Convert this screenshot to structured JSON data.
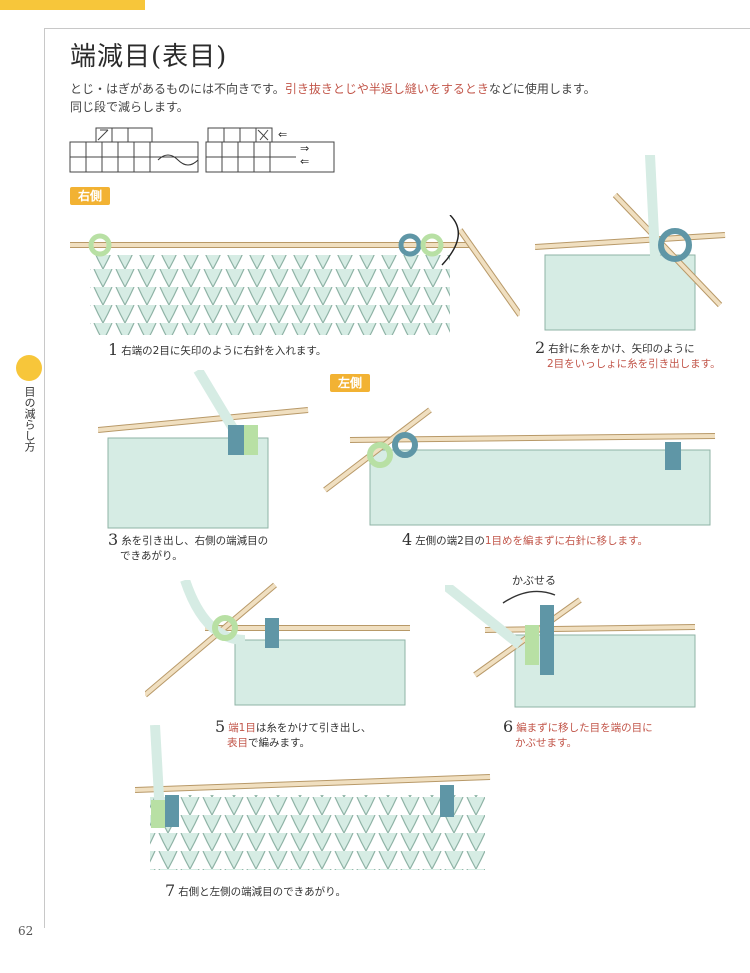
{
  "header": {
    "title": "端減目(表目)"
  },
  "intro": {
    "line1_a": "とじ・はぎがあるものには不向きです。",
    "line1_hl": "引き抜きとじや半返し縫いをするとき",
    "line1_b": "などに使用します。",
    "line2": "同じ段で減らします。"
  },
  "chart": {
    "tilde": "〜",
    "arrow_left": "⇐",
    "arrow_right1": "⇒",
    "arrow_right2": "⇐"
  },
  "tags": {
    "right_side": "右側",
    "left_side": "左側"
  },
  "sidebar": {
    "label": "目の減らし方"
  },
  "steps": [
    {
      "num": "1",
      "text_a": "右端の2目に矢印のように右針を入れます。",
      "text_hl": "",
      "text_b": ""
    },
    {
      "num": "2",
      "text_a": "右針に糸をかけ、矢印のように",
      "text_hl": "2目をいっしょに糸を引き出します。",
      "text_b": ""
    },
    {
      "num": "3",
      "text_a": "糸を引き出し、右側の端減目の",
      "text_hl": "",
      "text_b": "できあがり。"
    },
    {
      "num": "4",
      "text_a": "左側の端2目の",
      "text_hl": "1目めを編まずに右針に移します。",
      "text_b": ""
    },
    {
      "num": "5",
      "text_a": "",
      "text_hl": "端1目",
      "text_b": "は糸をかけて引き出し、",
      "text_c_hl": "表目",
      "text_c": "で編みます。"
    },
    {
      "num": "6",
      "text_a": "",
      "text_hl": "編まずに移した目を端の目に",
      "text_b": "かぶせます。"
    },
    {
      "num": "7",
      "text_a": "右側と左側の端減目のできあがり。",
      "text_hl": "",
      "text_b": ""
    }
  ],
  "labels": {
    "kabuseru": "かぶせる"
  },
  "footer": {
    "page_number": "62"
  },
  "colors": {
    "accent": "#f7c63a",
    "tag": "#f2b233",
    "highlight": "#c2564a",
    "yarn_main": "#d6ece4",
    "yarn_stroke": "#8fb3a6",
    "yarn_green": "#b8e0a4",
    "yarn_blue": "#5f96a6",
    "needle": "#f0dfc0",
    "needle_stroke": "#b89968"
  }
}
